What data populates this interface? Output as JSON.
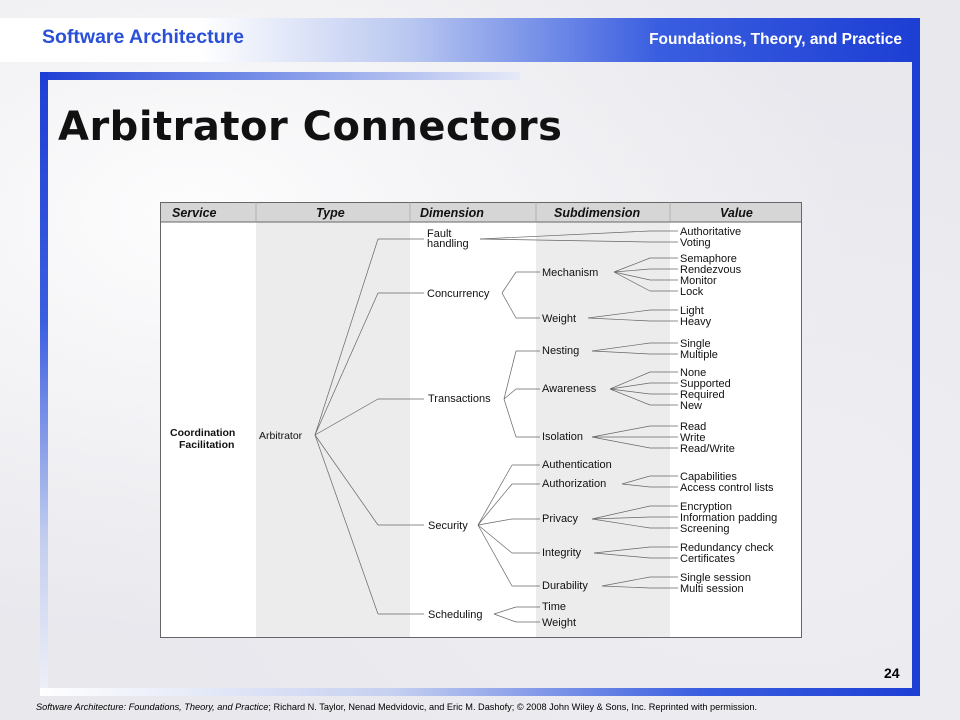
{
  "header": {
    "brand_left": "Software Architecture",
    "brand_right": "Foundations, Theory, and Practice",
    "accent_color": "#1e3fd4"
  },
  "slide": {
    "title": "Arbitrator Connectors",
    "page_number": "24"
  },
  "table": {
    "headers": [
      "Service",
      "Type",
      "Dimension",
      "Subdimension",
      "Value"
    ],
    "service": [
      "Coordination",
      "Facilitation"
    ],
    "type": "Arbitrator",
    "dimensions": [
      {
        "label": [
          "Fault",
          "handling"
        ],
        "values": [
          "Authoritative",
          "Voting"
        ]
      },
      {
        "label": [
          "Concurrency"
        ],
        "subdimensions": [
          {
            "label": "Mechanism",
            "values": [
              "Semaphore",
              "Rendezvous",
              "Monitor",
              "Lock"
            ]
          },
          {
            "label": "Weight",
            "values": [
              "Light",
              "Heavy"
            ]
          }
        ]
      },
      {
        "label": [
          "Transactions"
        ],
        "subdimensions": [
          {
            "label": "Nesting",
            "values": [
              "Single",
              "Multiple"
            ]
          },
          {
            "label": "Awareness",
            "values": [
              "None",
              "Supported",
              "Required",
              "New"
            ]
          },
          {
            "label": "Isolation",
            "values": [
              "Read",
              "Write",
              "Read/Write"
            ]
          }
        ]
      },
      {
        "label": [
          "Security"
        ],
        "subdimensions": [
          {
            "label": "Authentication",
            "values": []
          },
          {
            "label": "Authorization",
            "values": [
              "Capabilities",
              "Access control lists"
            ]
          },
          {
            "label": "Privacy",
            "values": [
              "Encryption",
              "Information padding",
              "Screening"
            ]
          },
          {
            "label": "Integrity",
            "values": [
              "Redundancy check",
              "Certificates"
            ]
          },
          {
            "label": "Durability",
            "values": [
              "Single session",
              "Multi session"
            ]
          }
        ]
      },
      {
        "label": [
          "Scheduling"
        ],
        "subdimensions": [
          {
            "label": "Time",
            "values": []
          },
          {
            "label": "Weight",
            "values": []
          }
        ]
      }
    ]
  },
  "citation": {
    "title": "Software Architecture: Foundations, Theory, and Practice",
    "rest": "; Richard N. Taylor, Nenad Medvidovic, and Eric M. Dashofy; © 2008 John Wiley & Sons, Inc. Reprinted with permission."
  }
}
